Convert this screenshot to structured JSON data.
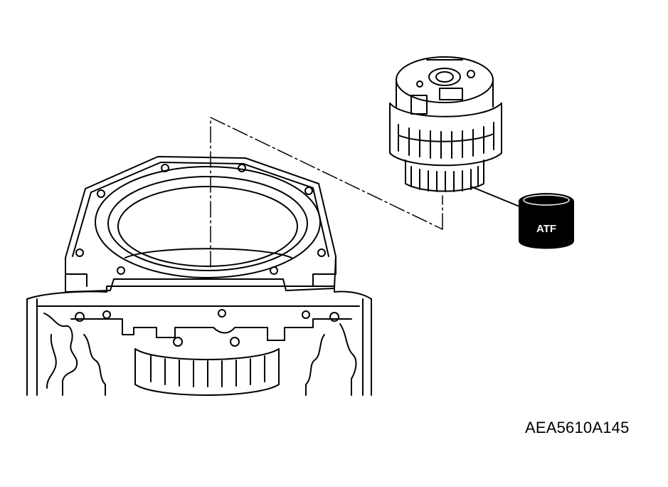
{
  "figure": {
    "reference_code": "AEA5610A145",
    "atf_label": "ATF"
  },
  "colors": {
    "line": "#000000",
    "background": "#ffffff",
    "atf_can_fill": "#000000",
    "atf_text": "#ffffff"
  },
  "parts": [
    {
      "name": "transmission-case",
      "description_visible": false
    },
    {
      "name": "clutch-drum-assembly",
      "description_visible": false
    },
    {
      "name": "atf-container",
      "description_visible": false
    }
  ]
}
